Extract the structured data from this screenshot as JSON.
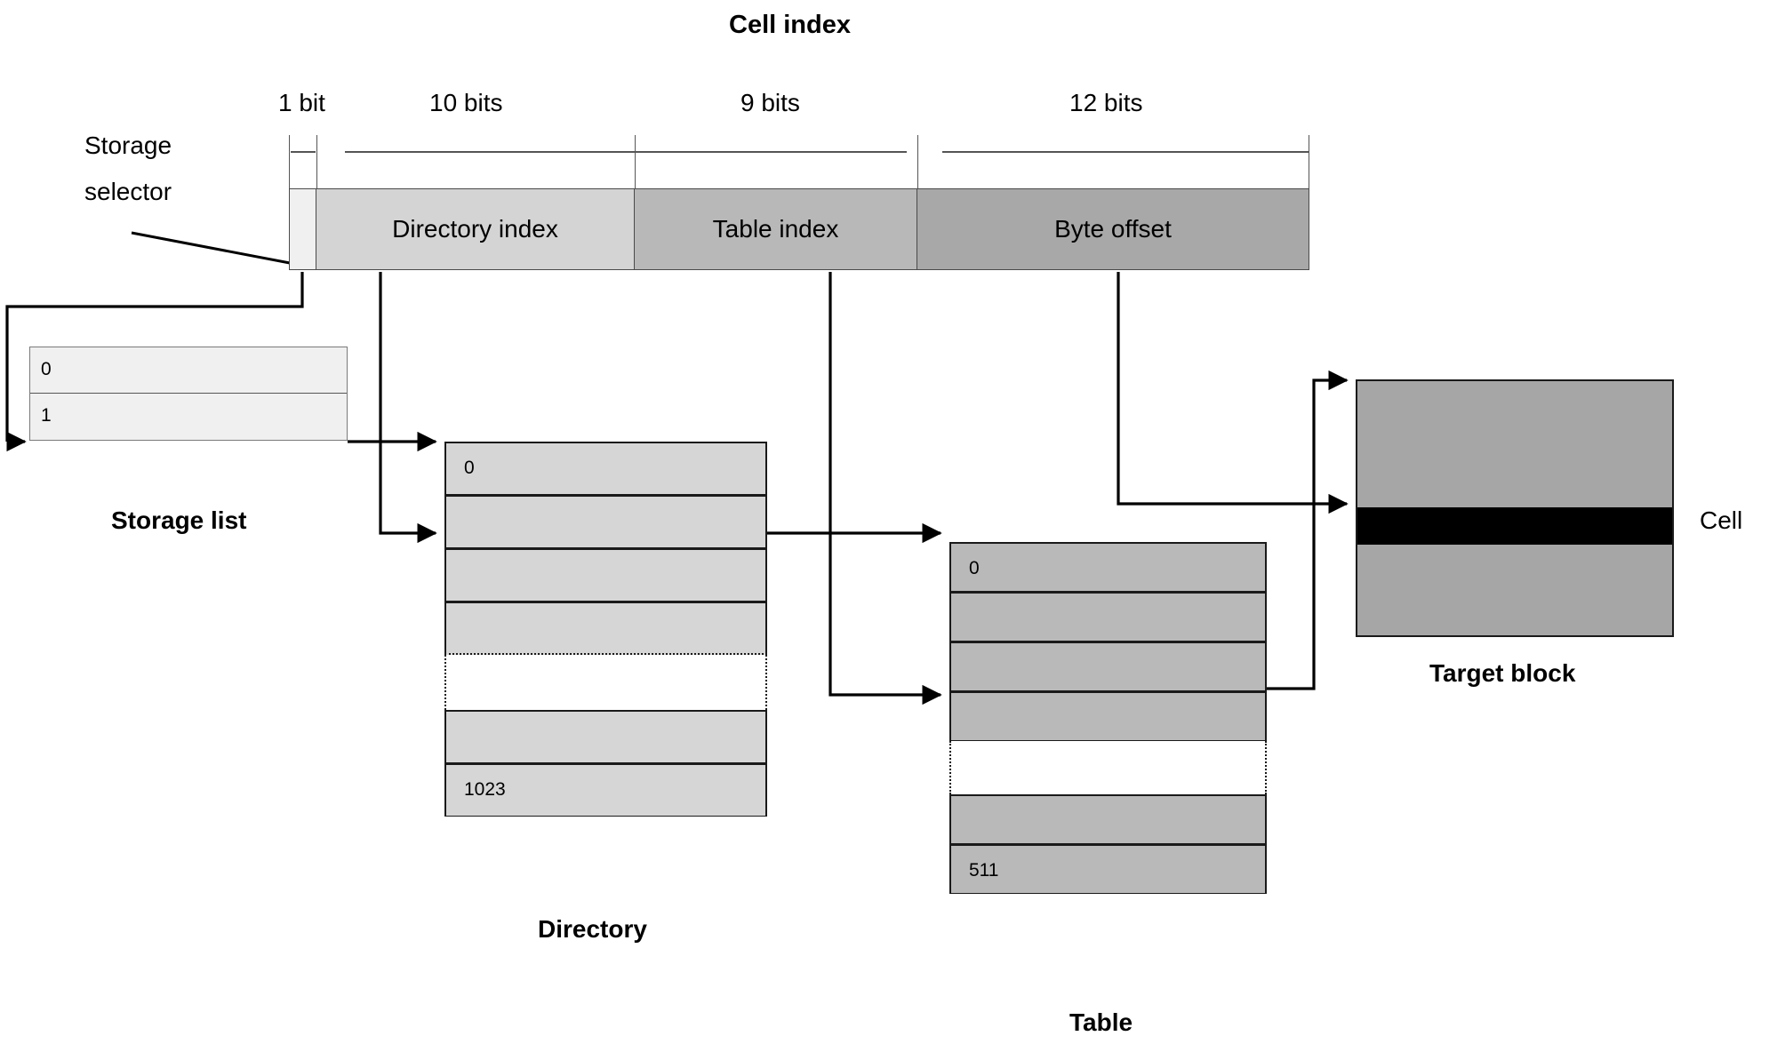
{
  "diagram": {
    "title": "Cell index",
    "bitfields": {
      "widths": [
        "1 bit",
        "10 bits",
        "9 bits",
        "12 bits"
      ],
      "segments": [
        {
          "key": "storage-selector",
          "label": "",
          "bits": "1 bit",
          "color": "#f0f0f0"
        },
        {
          "key": "directory-index",
          "label": "Directory index",
          "bits": "10 bits",
          "color": "#d4d4d4"
        },
        {
          "key": "table-index",
          "label": "Table index",
          "bits": "9 bits",
          "color": "#b8b8b8"
        },
        {
          "key": "byte-offset",
          "label": "Byte offset",
          "bits": "12 bits",
          "color": "#a8a8a8"
        }
      ]
    },
    "storage_selector_label_line1": "Storage",
    "storage_selector_label_line2": "selector",
    "storage_list": {
      "caption": "Storage list",
      "rows": [
        "0",
        "1"
      ]
    },
    "directory": {
      "caption": "Directory",
      "first_index": "0",
      "last_index": "1023",
      "rows_top": [
        "0",
        "",
        "",
        ""
      ],
      "rows_bottom": [
        "",
        "1023"
      ]
    },
    "table": {
      "caption": "Table",
      "first_index": "0",
      "last_index": "511",
      "rows_top": [
        "0",
        "",
        "",
        ""
      ],
      "rows_bottom": [
        "",
        "511"
      ]
    },
    "target_block": {
      "caption": "Target block",
      "cell_label": "Cell"
    }
  }
}
